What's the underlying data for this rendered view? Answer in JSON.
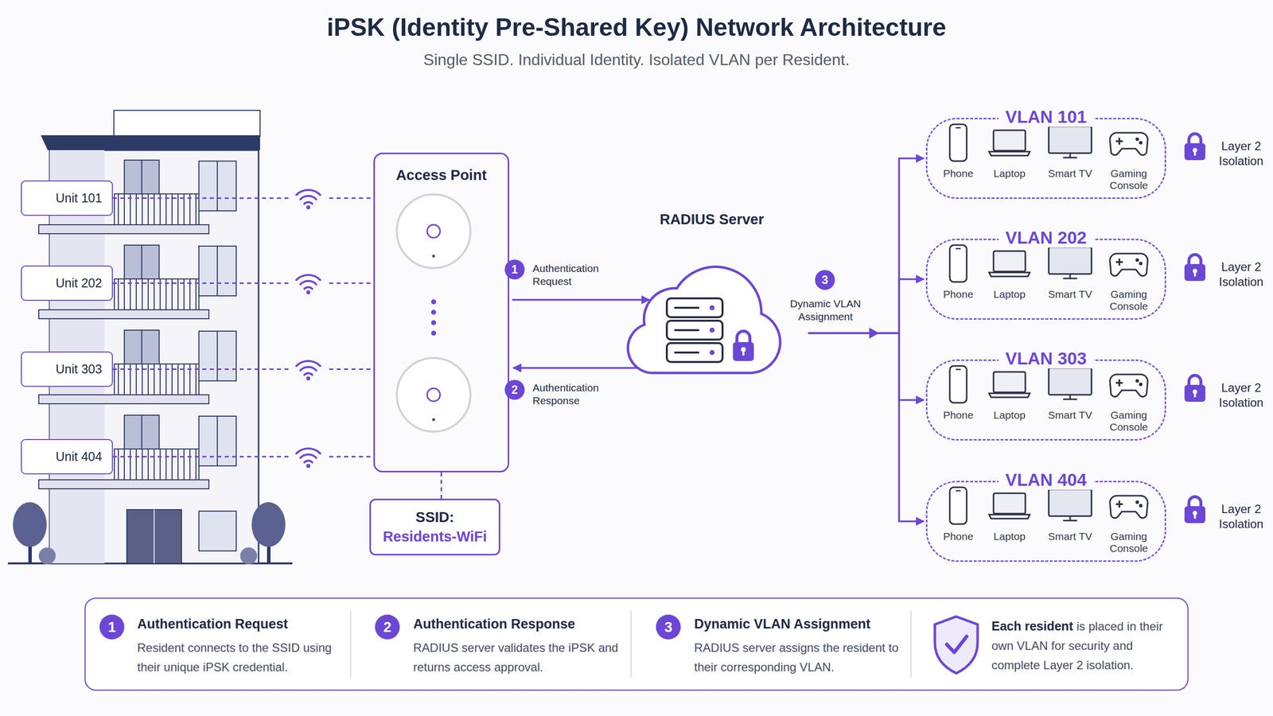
{
  "diagram": {
    "title": "iPSK (Identity Pre-Shared Key) Network Architecture",
    "caption": "Single SSID. Individual Identity. Isolated VLAN per Resident.",
    "nodes": [
      {
        "text": [
          "Unit 101"
        ]
      },
      {
        "text": [
          "Unit 202"
        ]
      },
      {
        "text": [
          "Unit 303"
        ]
      },
      {
        "text": [
          "Unit 404"
        ]
      },
      {
        "text": [
          "Access Point"
        ]
      },
      {
        "text": [
          "SSID:",
          "Residents-WiFi"
        ]
      },
      {
        "text": [
          "RADIUS Server"
        ]
      },
      {
        "text": [
          "VLAN 101"
        ]
      },
      {
        "text": [
          "VLAN 202"
        ]
      },
      {
        "text": [
          "VLAN 303"
        ]
      },
      {
        "text": [
          "VLAN 404"
        ]
      }
    ],
    "edges": [
      {
        "from": 0,
        "to": 4,
        "arrow": "none"
      },
      {
        "from": 1,
        "to": 4,
        "arrow": "none"
      },
      {
        "from": 2,
        "to": 4,
        "arrow": "none"
      },
      {
        "from": 3,
        "to": 4,
        "arrow": "none"
      },
      {
        "from": 4,
        "to": 5,
        "arrow": "none"
      },
      {
        "from": 4,
        "to": 6,
        "label": "Authentication Request",
        "arrow": "to"
      },
      {
        "from": 6,
        "to": 4,
        "label": "Authentication Response",
        "arrow": "to"
      },
      {
        "from": 6,
        "to": 7,
        "label": "Dynamic VLAN Assignment",
        "arrow": "to"
      },
      {
        "from": 6,
        "to": 8,
        "arrow": "to"
      },
      {
        "from": 6,
        "to": 9,
        "arrow": "to"
      },
      {
        "from": 6,
        "to": 10,
        "arrow": "to"
      }
    ],
    "labels": [
      "1",
      "2",
      "3",
      "Phone",
      "Laptop",
      "Smart TV",
      "Gaming Console",
      "Phone",
      "Laptop",
      "Smart TV",
      "Gaming Console",
      "Phone",
      "Laptop",
      "Smart TV",
      "Gaming Console",
      "Phone",
      "Laptop",
      "Smart TV",
      "Gaming Console",
      "Layer 2 Isolation",
      "Layer 2 Isolation",
      "Layer 2 Isolation",
      "Layer 2 Isolation",
      "1",
      "Authentication Request",
      "Resident connects to the SSID using their unique iPSK credential.",
      "2",
      "Authentication Response",
      "RADIUS server validates the iPSK and returns access approval.",
      "3",
      "Dynamic VLAN Assignment",
      "RADIUS server assigns the resident to their corresponding VLAN.",
      "Each resident",
      "is placed in their own VLAN for security and complete Layer 2 isolation."
    ]
  }
}
